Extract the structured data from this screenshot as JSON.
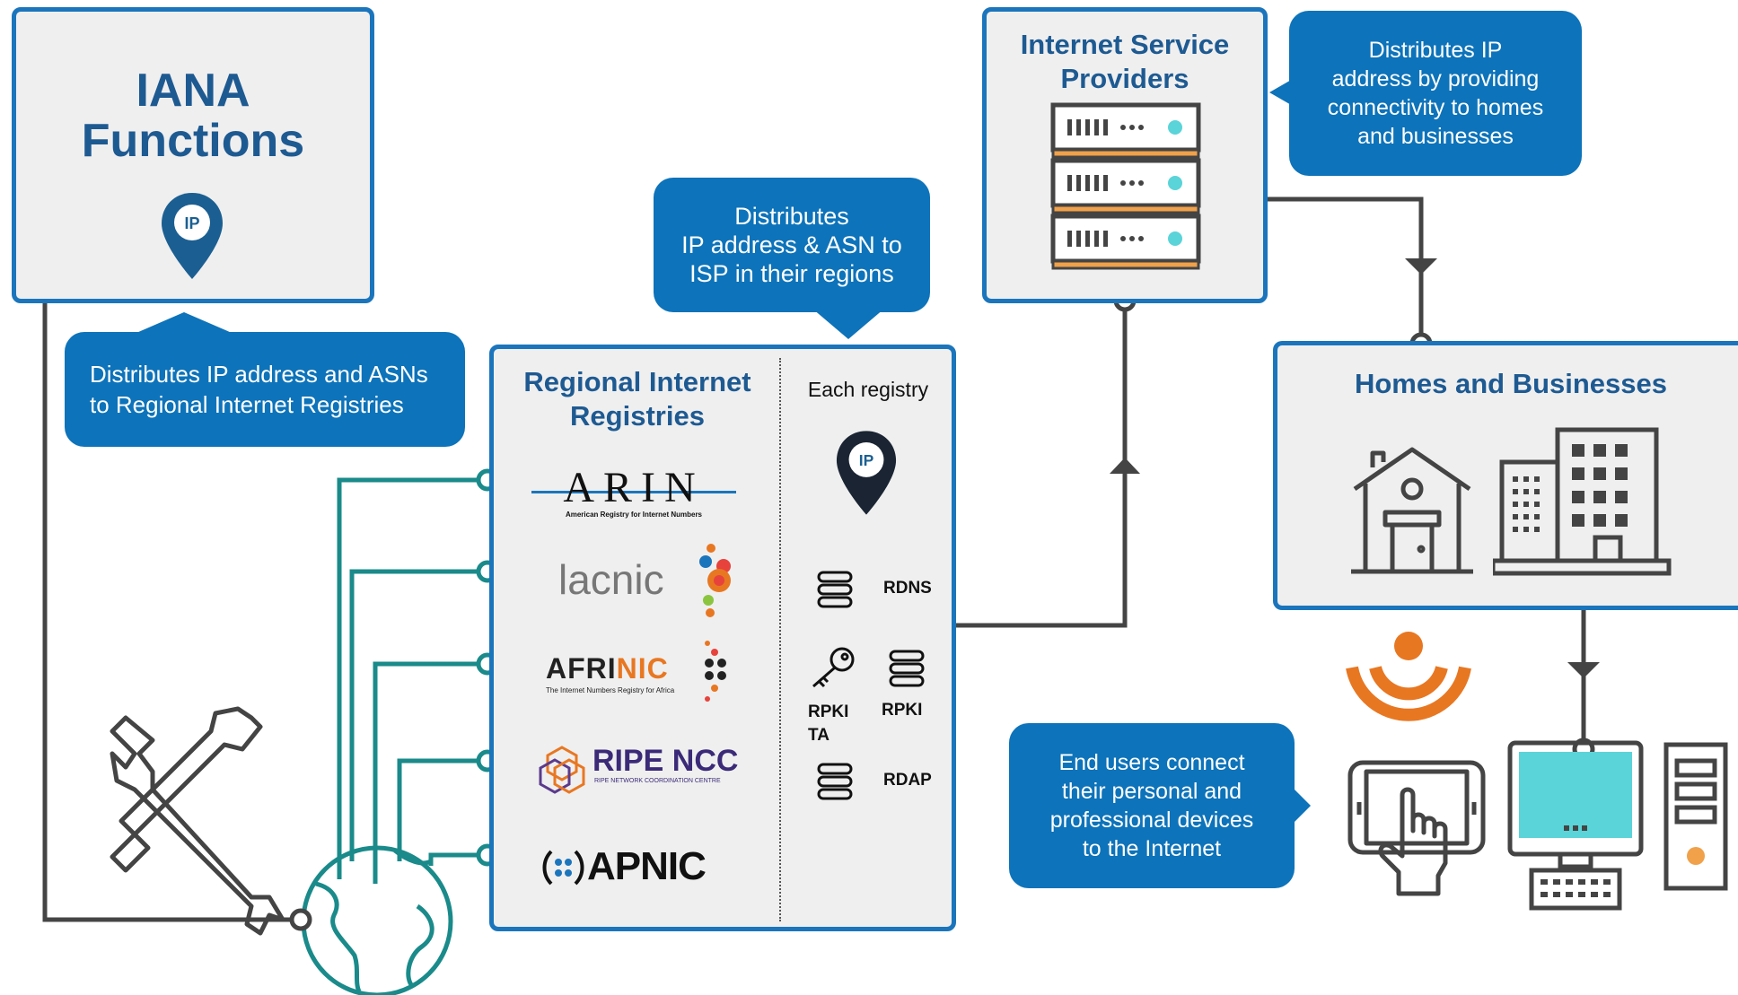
{
  "iana": {
    "title_line1": "IANA",
    "title_line2": "Functions",
    "pin_label": "IP",
    "callout": "Distributes IP address and ASNs to Regional Internet Registries"
  },
  "rir": {
    "title_line1": "Regional Internet",
    "title_line2": "Registries",
    "callout_line1": "Distributes",
    "callout_line2": "IP address & ASN to",
    "callout_line3": "ISP in their regions",
    "registries": [
      {
        "name": "ARIN",
        "tagline": "American Registry for Internet Numbers"
      },
      {
        "name": "lacnic"
      },
      {
        "name": "AFRINIC",
        "name_part1": "AFRI",
        "name_part2": "NIC",
        "tagline": "The Internet Numbers Registry for Africa"
      },
      {
        "name": "RIPE NCC",
        "tagline": "RIPE NETWORK COORDINATION CENTRE"
      },
      {
        "name": "APNIC"
      }
    ],
    "each_registry": {
      "heading": "Each registry",
      "pin_label": "IP",
      "services": [
        "RDNS",
        "RPKI TA",
        "RPKI",
        "RDAP"
      ],
      "rpki_ta_line1": "RPKI",
      "rpki_ta_line2": "TA"
    }
  },
  "isp": {
    "title_line1": "Internet Service",
    "title_line2": "Providers",
    "callout_line1": "Distributes IP",
    "callout_line2": "address by providing",
    "callout_line3": "connectivity to homes",
    "callout_line4": "and businesses"
  },
  "homes": {
    "title": "Homes and Businesses",
    "callout_line1": "End users connect",
    "callout_line2": "their personal and",
    "callout_line3": "professional devices",
    "callout_line4": "to the Internet"
  },
  "colors": {
    "box_border": "#1b75bc",
    "box_fill": "#efefef",
    "callout": "#0d73ba",
    "title_text": "#1e5a92",
    "connector": "#444444",
    "teal_lines": "#1a8a8a",
    "orange_accent": "#e87722",
    "screen_cyan": "#5ad4d8"
  }
}
